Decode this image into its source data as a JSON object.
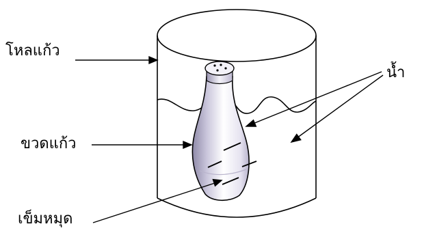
{
  "diagram": {
    "labels": {
      "glass_jar": "โหลแก้ว",
      "water": "น้ำ",
      "glass_bottle": "ขวดแก้ว",
      "pins": "เข็มหมุด"
    },
    "colors": {
      "line": "#000000",
      "background": "#ffffff",
      "bottle_fill": "#e9e6f3",
      "bottle_highlight": "#ffffff",
      "bottle_shadow": "#9c97b4"
    }
  }
}
